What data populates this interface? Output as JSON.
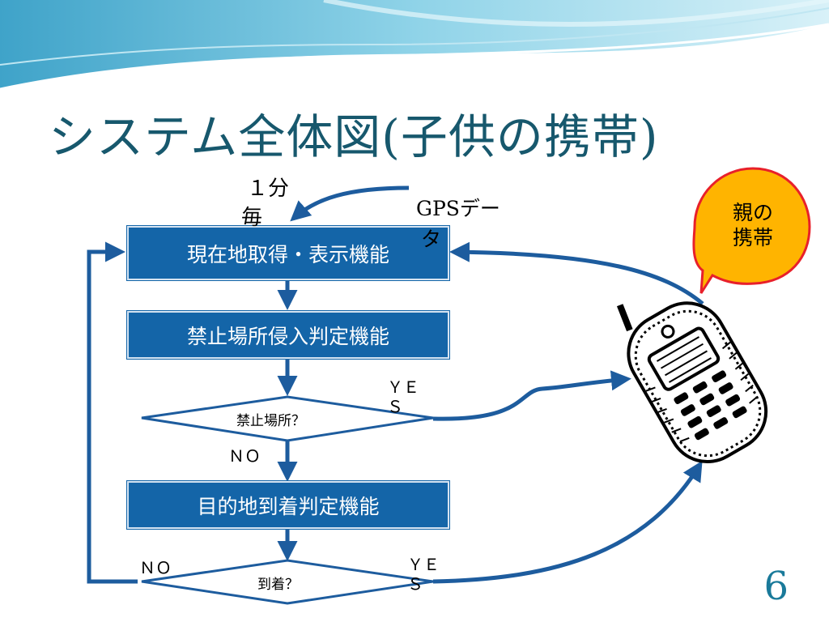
{
  "slide": {
    "title": "システム全体図(子供の携帯)",
    "page_number": "6"
  },
  "flow": {
    "box_locate": "現在地取得・表示機能",
    "box_restricted": "禁止場所侵入判定機能",
    "decision_restricted": "禁止場所？",
    "box_destination": "目的地到着判定機能",
    "decision_arrived": "到着？",
    "yes_1": "ＹＥ\nＳ",
    "no_1": "ＮＯ",
    "no_2": "ＮＯ",
    "yes_2": "ＹＥ\nＳ",
    "interval_line1": "１分",
    "interval_line2": "毎",
    "gps_line1": "GPSデー",
    "gps_line2": "タ"
  },
  "bubble": {
    "line1": "親の",
    "line2": "携帯"
  },
  "colors": {
    "title": "#17586d",
    "box_fill": "#1465a8",
    "arrow": "#1d5c9e",
    "bubble_fill": "#ffb400",
    "bubble_border": "#e8202a"
  },
  "icons": {
    "phone": "mobile-phone-icon"
  }
}
